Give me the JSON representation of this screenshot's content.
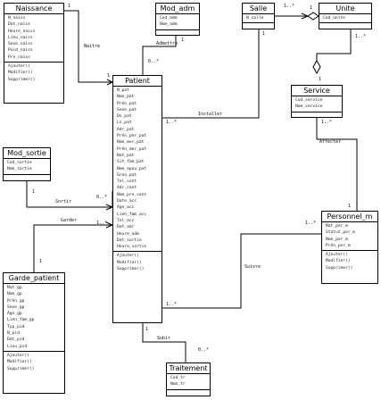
{
  "classes": {
    "naissance": {
      "name": "Naissance",
      "attributes": [
        "N_naiss",
        "Dat_naiss",
        "Heure_naiss",
        "Lieu_naiss",
        "Sexe_naiss",
        "Poid_naiss",
        "Pre_naiss"
      ],
      "operations": [
        "Ajouter()",
        "Modifier()",
        "Supprimer()"
      ]
    },
    "mod_adm": {
      "name": "Mod_adm",
      "attributes": [
        "Cod_adm",
        "Nom_adm"
      ],
      "operations": []
    },
    "salle": {
      "name": "Salle",
      "attributes": [
        "N_salle"
      ],
      "operations": []
    },
    "unite": {
      "name": "Unite",
      "attributes": [
        "Cod_unite"
      ],
      "operations": []
    },
    "patient": {
      "name": "Patient",
      "attributes": [
        "N_pat",
        "Nom_pat",
        "Prén_pat",
        "Sexe_pat",
        "Dn_pat",
        "Ln_pat",
        "Adr_pat",
        "Prén_per_pat",
        "Nom_mer_pat",
        "Prén_mer_pat",
        "Nat_pat",
        "Sit_fam_pat",
        "Nom_epou_pat",
        "Grou_pat",
        "Tel_cont",
        "Adr_cont",
        "Nom_pre_cont",
        "Date_acc",
        "Age_acc",
        "Lien_fam_acc",
        "Tel_acc",
        "Dat_adr",
        "Heure_adm",
        "Dat_sortie",
        "Heure_sortie"
      ],
      "operations": [
        "Ajouter()",
        "Modifier()",
        "Supprimer()"
      ]
    },
    "service": {
      "name": "Service",
      "attributes": [
        "Cod_service",
        "Nom_service"
      ],
      "operations": []
    },
    "mod_sortie": {
      "name": "Mod_sortie",
      "attributes": [
        "Cod_sortie",
        "Nom_sortie"
      ],
      "operations": []
    },
    "personnel": {
      "name": "Personnel_m",
      "attributes": [
        "Mat_per_m",
        "Statut_per_m",
        "Nom_per_m",
        "Prén_per_m"
      ],
      "operations": [
        "Ajouter()",
        "Modifier()",
        "Supprimer()"
      ]
    },
    "garde_patient": {
      "name": "Garde_patient",
      "attributes": [
        "Mat_gp",
        "Nom_gp",
        "Prén_gp",
        "Sexe_gp",
        "Age_gp",
        "Lien_fam_gp",
        "Typ_pid",
        "N_pid",
        "Dat_pid",
        "Lieu_pid"
      ],
      "operations": [
        "Ajouter()",
        "Modifier()",
        "Supprimer()"
      ]
    },
    "traitement": {
      "name": "Traitement",
      "attributes": [
        "Cod_tr",
        "Nom_tr"
      ],
      "operations": []
    }
  },
  "associations": {
    "naitre": "Naitre",
    "admettre": "Admettre",
    "installer": "Installer",
    "affecter": "Affecter",
    "sortir": "Sortir",
    "garder": "Garder",
    "suivre": "Suivre",
    "subir": "Subir"
  },
  "multiplicities": {
    "naiss_1": "1",
    "naiss_1b": "1",
    "modadm_1": "1",
    "patient_0n_adm": "0..*",
    "salle_1n": "1..*",
    "salle_1": "1",
    "unite_1": "1",
    "unite_1n": "1..*",
    "patient_1n_inst": "1..*",
    "service_1n": "1..*",
    "service_1": "1",
    "modsortie_1": "1",
    "patient_0n_sortir": "0..*",
    "patient_1n_garder": "1..*",
    "garde_1": "1",
    "personnel_1n": "1..*",
    "personnel_1": "1",
    "patient_1n_suivre": "1..*",
    "patient_1": "1",
    "trait_0n": "0..*"
  }
}
